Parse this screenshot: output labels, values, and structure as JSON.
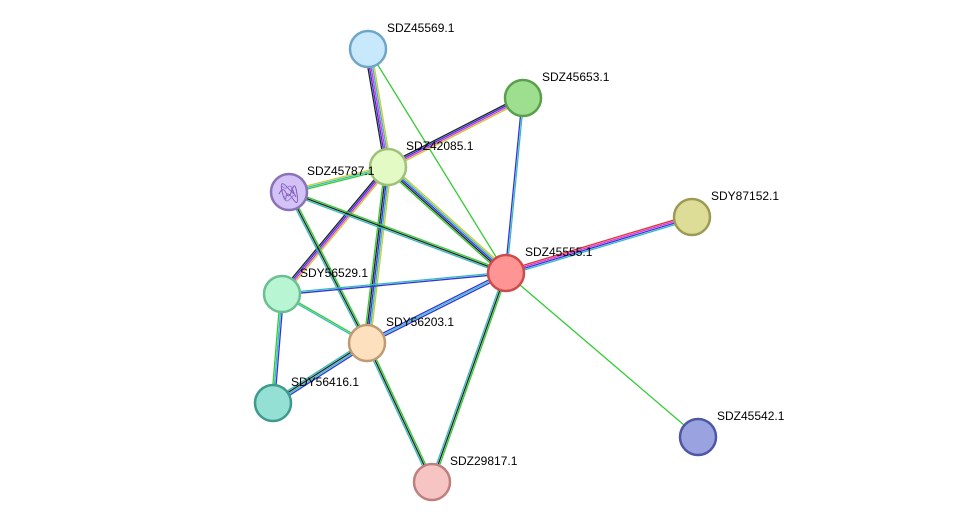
{
  "network": {
    "nodes": [
      {
        "id": "SDZ45569.1",
        "label": "SDZ45569.1",
        "fill": "#c8e9fb",
        "stroke": "#6fa5c9"
      },
      {
        "id": "SDZ45653.1",
        "label": "SDZ45653.1",
        "fill": "#9edf8f",
        "stroke": "#5a9f4c"
      },
      {
        "id": "SDZ42085.1",
        "label": "SDZ42085.1",
        "fill": "#e4fac4",
        "stroke": "#9fc27a"
      },
      {
        "id": "SDZ45787.1",
        "label": "SDZ45787.1",
        "fill": "#d4c2f6",
        "stroke": "#8a72b8",
        "icon": "protein-structure-icon"
      },
      {
        "id": "SDY87152.1",
        "label": "SDY87152.1",
        "fill": "#dedd98",
        "stroke": "#9c9b55"
      },
      {
        "id": "SDZ45555.1",
        "label": "SDZ45555.1",
        "fill": "#ff9494",
        "stroke": "#cc4c4c"
      },
      {
        "id": "SDY56529.1",
        "label": "SDY56529.1",
        "fill": "#b8f5d2",
        "stroke": "#6bbf93"
      },
      {
        "id": "SDY56203.1",
        "label": "SDY56203.1",
        "fill": "#fde0be",
        "stroke": "#c09a72"
      },
      {
        "id": "SDY56416.1",
        "label": "SDY56416.1",
        "fill": "#94e0d4",
        "stroke": "#3f9a8c"
      },
      {
        "id": "SDZ45542.1",
        "label": "SDZ45542.1",
        "fill": "#9aa3e0",
        "stroke": "#4e57a3"
      },
      {
        "id": "SDZ29817.1",
        "label": "SDZ29817.1",
        "fill": "#f7c4c4",
        "stroke": "#c07f7f"
      }
    ],
    "edges": [
      {
        "from": "SDZ45569.1",
        "to": "SDZ42085.1",
        "colors": [
          "#cccc33",
          "#33bbbb",
          "#dd33dd",
          "#3333dd",
          "#222222"
        ]
      },
      {
        "from": "SDZ45569.1",
        "to": "SDZ45555.1",
        "colors": [
          "#33cc33"
        ]
      },
      {
        "from": "SDZ45653.1",
        "to": "SDZ42085.1",
        "colors": [
          "#cccc33",
          "#dd33dd",
          "#3333dd",
          "#222222"
        ]
      },
      {
        "from": "SDZ45653.1",
        "to": "SDZ45555.1",
        "colors": [
          "#33bbbb",
          "#3333dd"
        ]
      },
      {
        "from": "SDZ42085.1",
        "to": "SDZ45787.1",
        "colors": [
          "#33cc33",
          "#33bbbb",
          "#cccc33"
        ]
      },
      {
        "from": "SDZ42085.1",
        "to": "SDZ45555.1",
        "colors": [
          "#cccc33",
          "#33bbbb",
          "#3333dd",
          "#222222",
          "#33cc33"
        ]
      },
      {
        "from": "SDZ42085.1",
        "to": "SDY56529.1",
        "colors": [
          "#cccc33",
          "#dd33dd",
          "#3333dd",
          "#222222"
        ]
      },
      {
        "from": "SDZ42085.1",
        "to": "SDY56203.1",
        "colors": [
          "#cccc33",
          "#33bbbb",
          "#3333dd",
          "#222222",
          "#33cc33"
        ]
      },
      {
        "from": "SDZ45787.1",
        "to": "SDZ45555.1",
        "colors": [
          "#33cc33",
          "#222222",
          "#33bbbb"
        ]
      },
      {
        "from": "SDZ45787.1",
        "to": "SDY56203.1",
        "colors": [
          "#33cc33",
          "#222222",
          "#33bbbb"
        ]
      },
      {
        "from": "SDY87152.1",
        "to": "SDZ45555.1",
        "colors": [
          "#33bbbb",
          "#3333dd",
          "#dd33dd",
          "#dd3333"
        ]
      },
      {
        "from": "SDZ45555.1",
        "to": "SDY56529.1",
        "colors": [
          "#3333dd",
          "#33bbbb"
        ]
      },
      {
        "from": "SDZ45555.1",
        "to": "SDY56203.1",
        "colors": [
          "#3333dd",
          "#33bbbb",
          "#3333dd"
        ]
      },
      {
        "from": "SDZ45555.1",
        "to": "SDZ29817.1",
        "colors": [
          "#33cc33",
          "#222222",
          "#33bbbb"
        ]
      },
      {
        "from": "SDZ45555.1",
        "to": "SDZ45542.1",
        "colors": [
          "#33cc33"
        ]
      },
      {
        "from": "SDY56529.1",
        "to": "SDY56203.1",
        "colors": [
          "#33cc33",
          "#33bbbb"
        ]
      },
      {
        "from": "SDY56529.1",
        "to": "SDY56416.1",
        "colors": [
          "#3333dd",
          "#33bbbb",
          "#33cc33"
        ]
      },
      {
        "from": "SDY56203.1",
        "to": "SDY56416.1",
        "colors": [
          "#3333dd",
          "#33bbbb",
          "#222222",
          "#33bbbb"
        ]
      },
      {
        "from": "SDY56203.1",
        "to": "SDZ29817.1",
        "colors": [
          "#33cc33",
          "#222222",
          "#33bbbb"
        ]
      }
    ]
  }
}
